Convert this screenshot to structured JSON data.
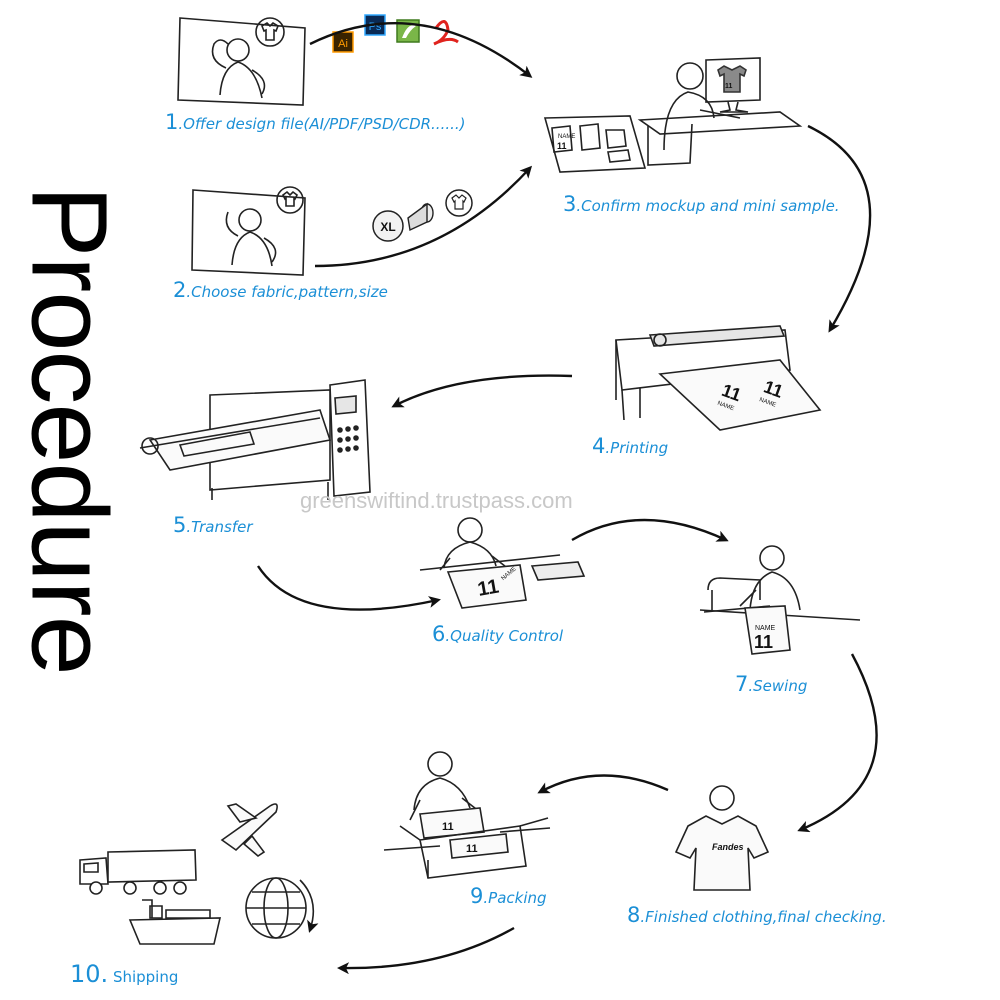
{
  "title": "Procedure",
  "watermark": "greenswiftind.trustpass.com",
  "steps": [
    {
      "num": "1",
      "text": ".Offer design file(AI/PDF/PSD/CDR......)"
    },
    {
      "num": "2",
      "text": ".Choose fabric,pattern,size"
    },
    {
      "num": "3",
      "text": ".Confirm mockup and mini sample."
    },
    {
      "num": "4",
      "text": ".Printing"
    },
    {
      "num": "5",
      "text": ".Transfer"
    },
    {
      "num": "6",
      "text": ".Quality Control"
    },
    {
      "num": "7",
      "text": ".Sewing"
    },
    {
      "num": "8",
      "text": ".Finished clothing,final checking."
    },
    {
      "num": "9",
      "text": ".Packing"
    },
    {
      "num": "10.",
      "text": " Shipping"
    }
  ],
  "file_icons": [
    "Ai",
    "Ps",
    "",
    ""
  ],
  "size_badge": "XL",
  "jersey": {
    "name": "NAME",
    "number": "11"
  },
  "shirt_brand": "Fandes",
  "colors": {
    "accent": "#1b8fd6",
    "ink": "#111111",
    "watermark": "#c8c8c8"
  },
  "icons": [
    "person-icon",
    "shirt-icon",
    "monitor-icon",
    "printer-icon",
    "heat-press-icon",
    "sewing-machine-icon",
    "box-icon",
    "truck-icon",
    "ship-icon",
    "airplane-icon",
    "globe-icon",
    "fabric-roll-icon"
  ]
}
